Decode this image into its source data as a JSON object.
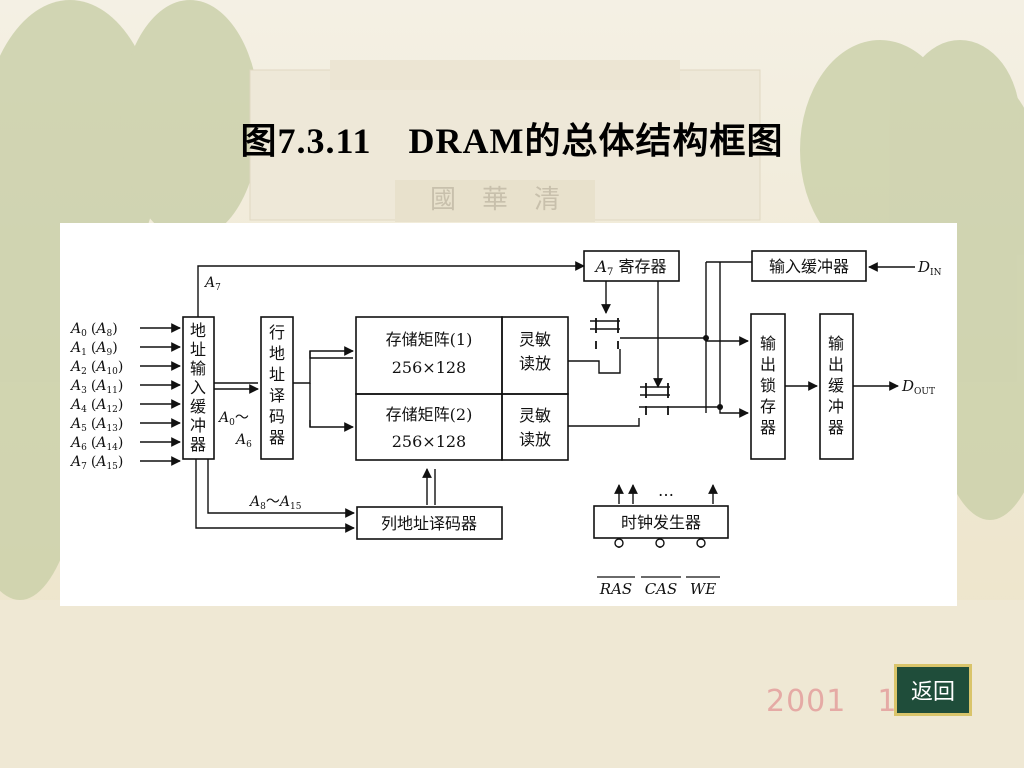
{
  "title": "图7.3.11　DRAM的总体结构框图",
  "background": {
    "gate_text": "國　華　清",
    "date_stamp": "2001　11"
  },
  "back_button_label": "返回",
  "diagram": {
    "inputs": [
      {
        "a": "A",
        "s": "0",
        "b": "A",
        "t": "8"
      },
      {
        "a": "A",
        "s": "1",
        "b": "A",
        "t": "9"
      },
      {
        "a": "A",
        "s": "2",
        "b": "A",
        "t": "10"
      },
      {
        "a": "A",
        "s": "3",
        "b": "A",
        "t": "11"
      },
      {
        "a": "A",
        "s": "4",
        "b": "A",
        "t": "12"
      },
      {
        "a": "A",
        "s": "5",
        "b": "A",
        "t": "13"
      },
      {
        "a": "A",
        "s": "6",
        "b": "A",
        "t": "14"
      },
      {
        "a": "A",
        "s": "7",
        "b": "A",
        "t": "15"
      }
    ],
    "addr_buffer": [
      "地",
      "址",
      "输",
      "入",
      "缓",
      "冲",
      "器"
    ],
    "row_decoder": [
      "行",
      "地",
      "址",
      "译",
      "码",
      "器"
    ],
    "array1": {
      "name": "存储矩阵(1)",
      "size": "256×128"
    },
    "array2": {
      "name": "存储矩阵(2)",
      "size": "256×128"
    },
    "sense_amp": [
      "灵敏",
      "读放"
    ],
    "col_decoder": "列地址译码器",
    "a7_register": {
      "sym": "A",
      "sub": "7",
      "label": "寄存器"
    },
    "input_buffer": "输入缓冲器",
    "output_latch": [
      "输",
      "出",
      "锁",
      "存",
      "器"
    ],
    "output_buffer": [
      "输",
      "出",
      "缓",
      "冲",
      "器"
    ],
    "clock_gen": "时钟发生器",
    "ellipsis": "…",
    "a7_wire": {
      "sym": "A",
      "sub": "7"
    },
    "row_range": {
      "from_sym": "A",
      "from_sub": "0",
      "tilde": "～",
      "to_sym": "A",
      "to_sub": "6"
    },
    "col_range": {
      "from_sym": "A",
      "from_sub": "8",
      "tilde": "～",
      "to_sym": "A",
      "to_sub": "15"
    },
    "din": {
      "sym": "D",
      "sub": "IN"
    },
    "dout": {
      "sym": "D",
      "sub": "OUT"
    },
    "controls": [
      "RAS",
      "CAS",
      "WE"
    ]
  }
}
